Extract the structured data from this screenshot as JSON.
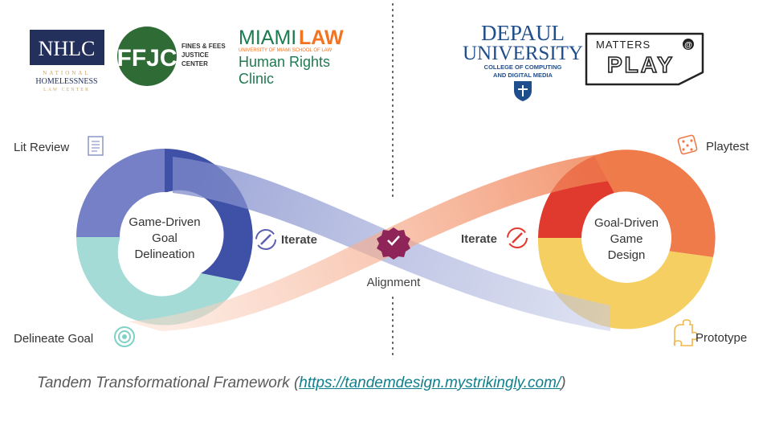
{
  "logos": {
    "nhlc": {
      "abbr": "NHLC",
      "line1": "NATIONAL",
      "line2": "HOMELESSNESS",
      "line3": "LAW CENTER"
    },
    "ffjc": {
      "abbr": "FFJC",
      "line1": "FINES & FEES",
      "line2": "JUSTICE",
      "line3": "CENTER"
    },
    "miami": {
      "miami": "MIAMI",
      "law": "LAW",
      "sub": "UNIVERSITY OF MIAMI SCHOOL OF LAW",
      "line1": "Human Rights",
      "line2": "Clinic"
    },
    "depaul": {
      "line1": "DEPAUL",
      "line2": "UNIVERSITY",
      "line3": "COLLEGE OF COMPUTING",
      "line4": "AND DIGITAL MEDIA"
    },
    "matters": {
      "top": "MATTERS",
      "at": "@",
      "play": "PLAY"
    }
  },
  "diagram": {
    "left_loop": {
      "line1": "Game-Driven",
      "line2": "Goal",
      "line3": "Delineation"
    },
    "right_loop": {
      "line1": "Goal-Driven",
      "line2": "Game",
      "line3": "Design"
    },
    "iterate_left": "Iterate",
    "iterate_right": "Iterate",
    "alignment": "Alignment",
    "lit_review": "Lit Review",
    "delineate_goal": "Delineate Goal",
    "playtest": "Playtest",
    "prototype": "Prototype"
  },
  "caption": {
    "prefix": "Tandem Transformational Framework (",
    "link": "https://tandemdesign.mystrikingly.com/",
    "suffix": ")"
  },
  "colors": {
    "blue_dark": "#3f51a6",
    "blue_light": "#7c88c9",
    "teal": "#9fd9d3",
    "red": "#e03a2f",
    "orange": "#ef7a4a",
    "yellow": "#f6cf63",
    "alignment": "#8e2457",
    "caption_link": "#0f7f8c"
  }
}
